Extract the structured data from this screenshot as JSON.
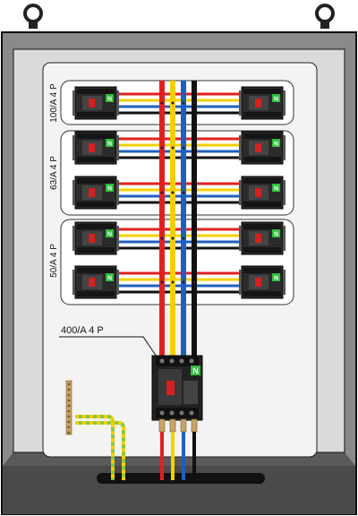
{
  "groups": [
    {
      "label": "100/A 4 P"
    },
    {
      "label": "63/A 4 P"
    },
    {
      "label": "50/A 4 P"
    }
  ],
  "main_breaker": {
    "label": "400/A 4 P",
    "poles": 4,
    "brand_glyph": "N"
  },
  "branch_breakers": {
    "count": 10,
    "brand_glyph": "N"
  },
  "busbar_colors": {
    "L1": "#e02020",
    "L2": "#f4d000",
    "L3": "#1f5fbf",
    "N": "#111111"
  },
  "earth_colors": {
    "PE_stripe_a": "#8cc63f",
    "PE_stripe_b": "#f4d000"
  },
  "icons": [
    "lifting-eye-icon",
    "breaker-icon",
    "earth-bar-icon",
    "cable-gland-icon"
  ]
}
